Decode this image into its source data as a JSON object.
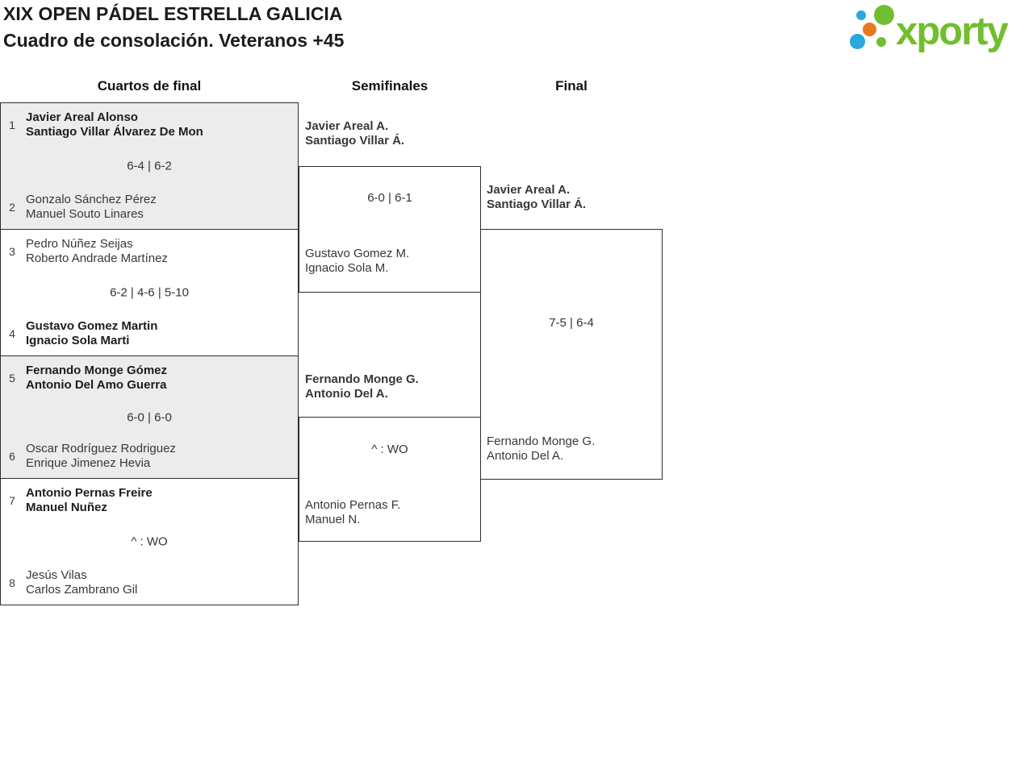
{
  "header": {
    "title_line1": "XIX OPEN PÁDEL ESTRELLA GALICIA",
    "title_line2": "Cuadro de consolación. Veteranos +45",
    "logo_text": "xporty",
    "logo_colors": {
      "green": "#71be2e",
      "blue": "#29a8e0",
      "orange": "#e8791e"
    }
  },
  "columns": [
    {
      "label": "Cuartos de final"
    },
    {
      "label": "Semifinales"
    },
    {
      "label": "Final"
    }
  ],
  "bracket": {
    "quarterfinals": [
      {
        "seed_top": "1",
        "team_top": [
          "Javier Areal Alonso",
          "Santiago Villar Álvarez De Mon"
        ],
        "top_winner": true,
        "score": "6-4 | 6-2",
        "seed_bottom": "2",
        "team_bottom": [
          "Gonzalo Sánchez Pérez",
          "Manuel Souto Linares"
        ],
        "bottom_winner": false
      },
      {
        "seed_top": "3",
        "team_top": [
          "Pedro Núñez Seijas",
          "Roberto Andrade Martínez"
        ],
        "top_winner": false,
        "score": "6-2 | 4-6 | 5-10",
        "seed_bottom": "4",
        "team_bottom": [
          "Gustavo Gomez Martin",
          "Ignacio Sola Marti"
        ],
        "bottom_winner": true
      },
      {
        "seed_top": "5",
        "team_top": [
          "Fernando Monge Gómez",
          "Antonio Del Amo Guerra"
        ],
        "top_winner": true,
        "score": "6-0 | 6-0",
        "seed_bottom": "6",
        "team_bottom": [
          "Oscar Rodríguez Rodriguez",
          "Enrique Jimenez Hevia"
        ],
        "bottom_winner": false
      },
      {
        "seed_top": "7",
        "team_top": [
          "Antonio Pernas Freire",
          "Manuel Nuñez"
        ],
        "top_winner": true,
        "score": "^ : WO",
        "seed_bottom": "8",
        "team_bottom": [
          "Jesús Vilas",
          "Carlos Zambrano Gil"
        ],
        "bottom_winner": false
      }
    ],
    "semifinals": [
      {
        "team_top": [
          "Javier Areal A.",
          "Santiago Villar Á."
        ],
        "top_winner": true,
        "score": "6-0 | 6-1",
        "team_bottom": [
          "Gustavo Gomez M.",
          "Ignacio Sola M."
        ],
        "bottom_winner": false
      },
      {
        "team_top": [
          "Fernando Monge G.",
          "Antonio Del A."
        ],
        "top_winner": true,
        "score": "^ : WO",
        "team_bottom": [
          "Antonio Pernas F.",
          "Manuel N."
        ],
        "bottom_winner": false
      }
    ],
    "final": {
      "team_top": [
        "Javier Areal A.",
        "Santiago Villar Á."
      ],
      "top_winner": true,
      "score": "7-5 | 6-4",
      "team_bottom": [
        "Fernando Monge G.",
        "Antonio Del A."
      ],
      "bottom_winner": false
    }
  }
}
